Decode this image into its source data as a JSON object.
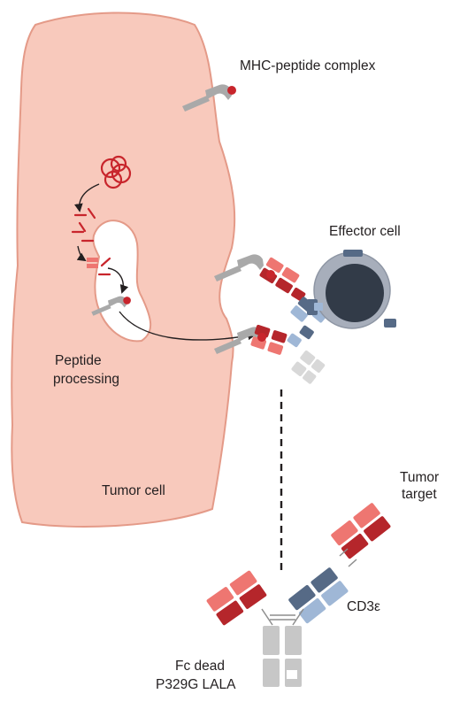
{
  "labels": {
    "mhc_complex": "MHC-peptide complex",
    "effector_cell": "Effector cell",
    "peptide_processing_line1": "Peptide",
    "peptide_processing_line2": "processing",
    "tumor_cell": "Tumor cell",
    "tumor_target_line1": "Tumor",
    "tumor_target_line2": "target",
    "cd3": "CD3ε",
    "fc_line1": "Fc dead",
    "fc_line2": "P329G LALA"
  },
  "colors": {
    "cell_fill": "#f8c9bc",
    "cell_stroke": "#e49a88",
    "peptide_red": "#c8252c",
    "dark_red": "#b5262b",
    "salmon": "#ee7671",
    "light_blue": "#9fb7d6",
    "slate_blue": "#566a86",
    "mhc_gray": "#a9a9a9",
    "fc_gray": "#c7c7c7",
    "effector_outer": "#a7aebb",
    "effector_nucleus": "#323b48"
  }
}
